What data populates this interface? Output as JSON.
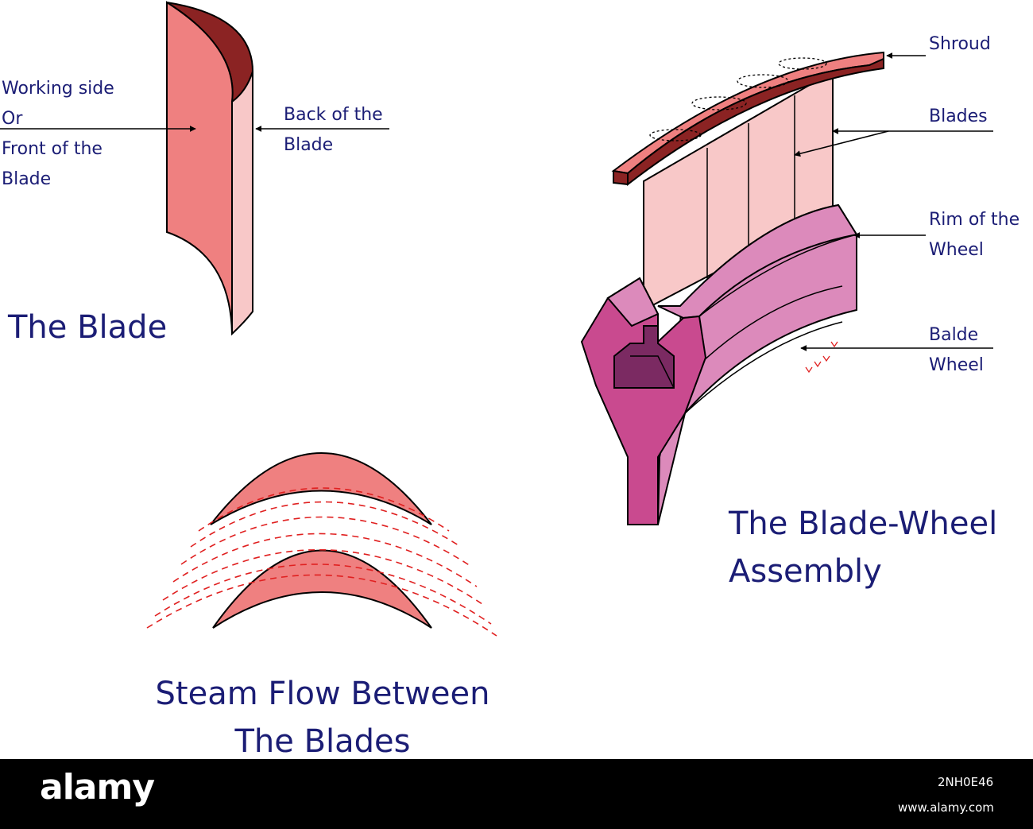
{
  "blade": {
    "title": "The Blade",
    "working_side": [
      "Working side",
      "Or",
      "Front of the",
      "Blade"
    ],
    "back": [
      "Back of the",
      "Blade"
    ]
  },
  "assembly": {
    "title": [
      "The Blade-Wheel",
      "Assembly"
    ],
    "shroud": "Shroud",
    "blades": "Blades",
    "rim": [
      "Rim of the",
      "Wheel"
    ],
    "balde_wheel": [
      "Balde",
      "Wheel"
    ]
  },
  "flow": {
    "title": [
      "Steam Flow Between",
      "The Blades"
    ]
  },
  "footer": {
    "brand": "alamy",
    "image_id": "2NH0E46",
    "site": "www.alamy.com"
  },
  "colors": {
    "blade_front": "#ef8080",
    "blade_back": "#f8c8c8",
    "blade_top": "#8b2323",
    "wheel_face": "#c94a8f",
    "wheel_side": "#dc8abb",
    "slot": "#7b2a62",
    "flow_lines": "#e02020",
    "label_text": "#1b1d75",
    "footer_bg": "#000000"
  }
}
